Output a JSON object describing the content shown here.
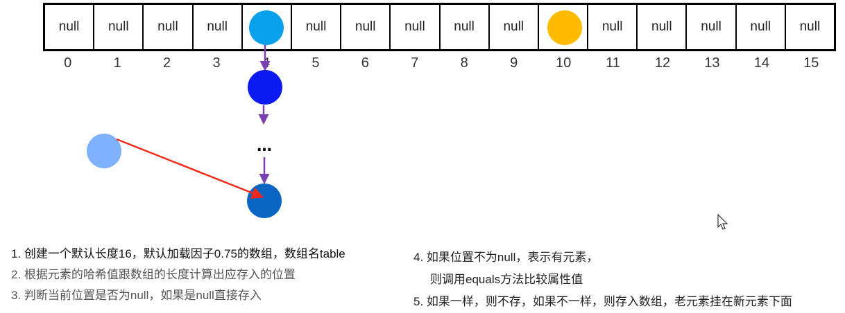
{
  "table": {
    "cells": [
      "null",
      "null",
      "null",
      "null",
      "",
      "null",
      "null",
      "null",
      "null",
      "null",
      "",
      "null",
      "null",
      "null",
      "null",
      "null"
    ],
    "indices": [
      "0",
      "1",
      "2",
      "3",
      "4",
      "5",
      "6",
      "7",
      "8",
      "9",
      "10",
      "11",
      "12",
      "13",
      "14",
      "15"
    ]
  },
  "ellipsis": "…",
  "colors": {
    "node_slot4": "#0aa1ec",
    "node_slot10": "#ffbb00",
    "node_chain1": "#0a1af0",
    "node_chain_tail": "#0a66c2",
    "node_new": "#7fb1ff",
    "chain_arrow": "#7a3fb0",
    "new_arrow": "#ee2a1b"
  },
  "notes": {
    "n1": "1.  创建一个默认长度16，默认加载因子0.75的数组，数组名table",
    "n2": "2.  根据元素的哈希值跟数组的长度计算出应存入的位置",
    "n3": "3.  判断当前位置是否为null，如果是null直接存入",
    "n4": "4.  如果位置不为null，表示有元素，",
    "n4b": "则调用equals方法比较属性值",
    "n5": "5.  如果一样，则不存，如果不一样，则存入数组，老元素挂在新元素下面"
  }
}
